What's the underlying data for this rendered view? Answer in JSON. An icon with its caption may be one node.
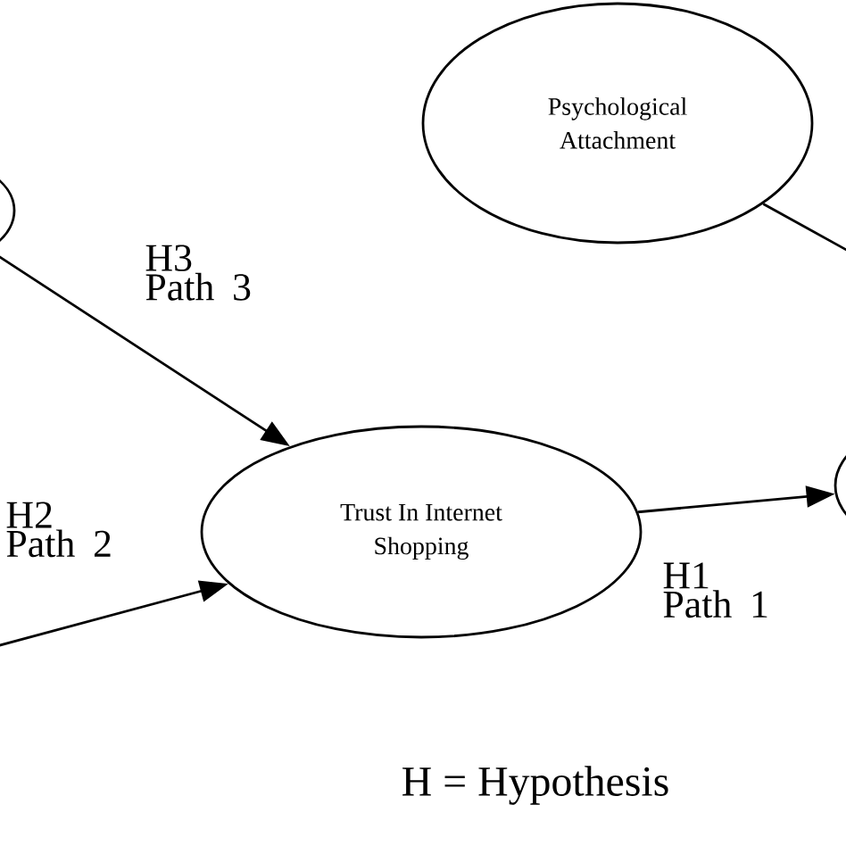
{
  "diagram": {
    "nodes": [
      {
        "text": [],
        "shape": "ellipse"
      },
      {
        "text": [
          "Psychological Attachment"
        ]
      },
      {
        "text": [
          "Trust In Internet Shopping"
        ]
      },
      {
        "text": [],
        "shape": "ellipse"
      }
    ],
    "edges": [
      {
        "from": 0,
        "to": 2,
        "arrow": "to",
        "label": "H3 Path 3"
      },
      {
        "from": null,
        "to": 2,
        "arrow": "to",
        "label": "H2 Path 2"
      },
      {
        "from": 2,
        "to": 3,
        "arrow": "to",
        "label": "H1 Path 1"
      },
      {
        "from": 1,
        "to": null,
        "arrow": "none"
      }
    ],
    "labels": [
      "H = Hypothesis"
    ]
  }
}
